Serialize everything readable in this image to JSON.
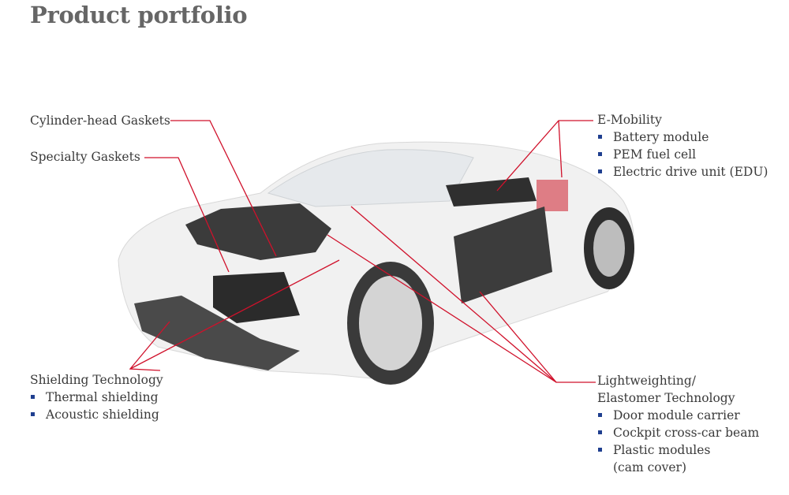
{
  "title": "Product portfolio",
  "labels": {
    "cylinder_head": "Cylinder-head Gaskets",
    "specialty": "Specialty Gaskets",
    "shielding": {
      "heading": "Shielding Technology",
      "items": [
        "Thermal shielding",
        "Acoustic shielding"
      ]
    },
    "emobility": {
      "heading": "E-Mobility",
      "items": [
        "Battery module",
        "PEM fuel cell",
        "Electric drive unit (EDU)"
      ]
    },
    "lightweighting": {
      "heading_1": "Lightweighting/",
      "heading_2": "Elastomer Technology",
      "items": [
        "Door module carrier",
        "Cockpit cross-car beam",
        "Plastic modules",
        "(cam cover)"
      ]
    }
  },
  "colors": {
    "leader_line": "#d0112b",
    "bullet": "#1f3f8f",
    "title": "#666666"
  }
}
